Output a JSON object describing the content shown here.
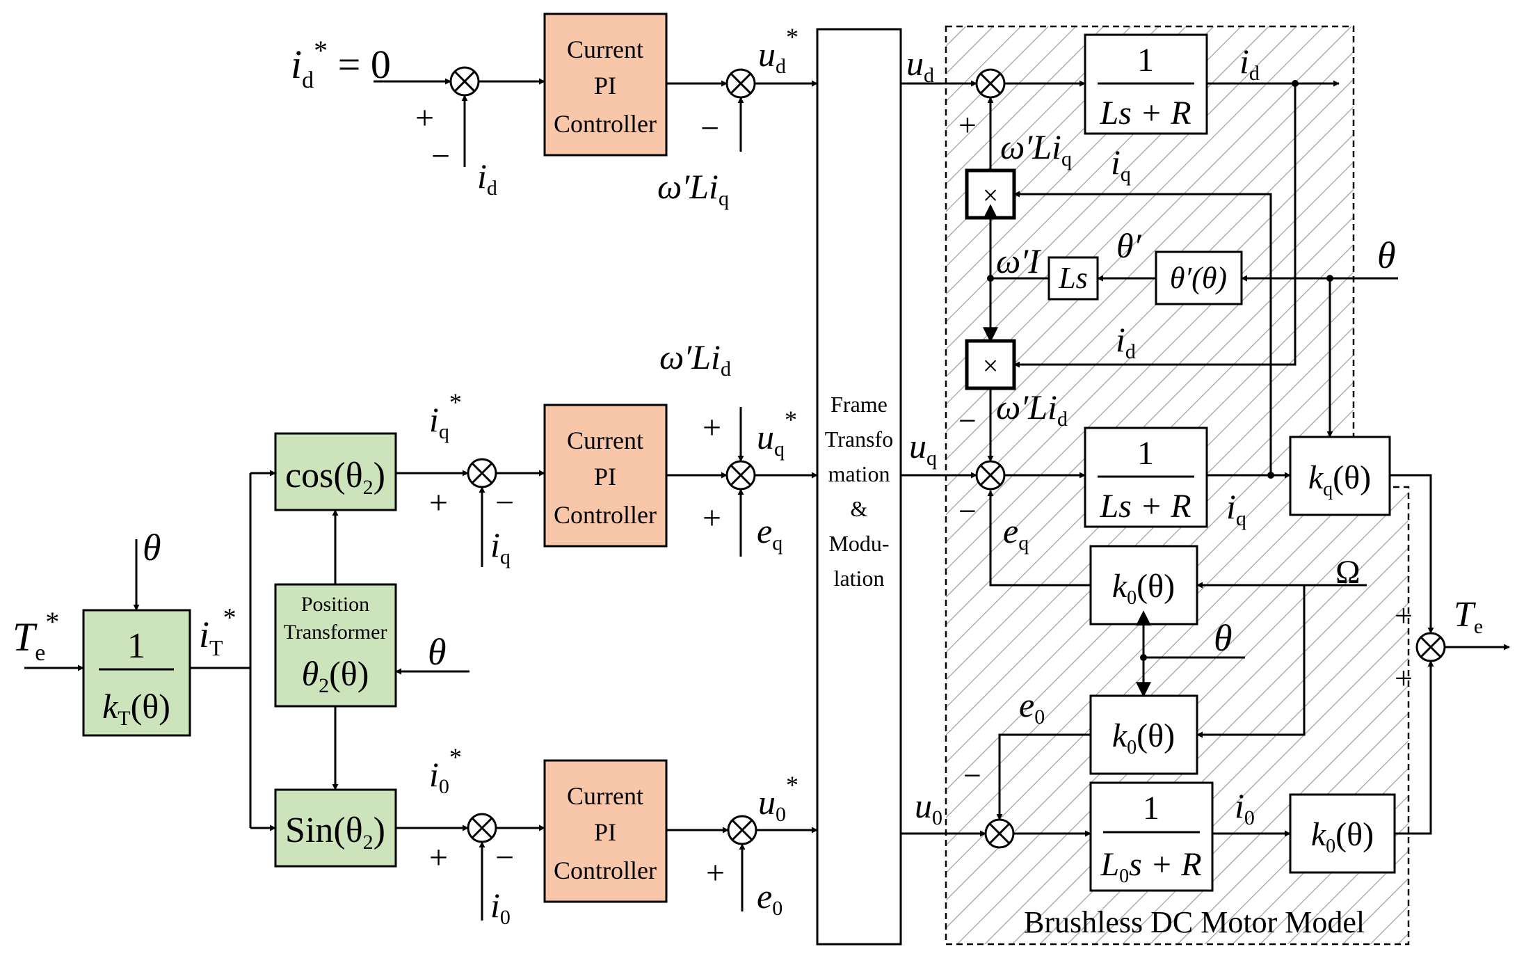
{
  "colors": {
    "pi_block": "#f8c6a8",
    "green_block": "#cde3bb",
    "line": "#000000",
    "hatch": "#a0a0a0"
  },
  "left": {
    "id_ref": "i",
    "id_ref_sub": "d",
    "id_ref_sup": "*",
    "id_ref_eq": " = 0",
    "te_ref": "T",
    "te_ref_sub": "e",
    "te_ref_sup": "*",
    "theta": "θ",
    "kt_num": "1",
    "kt_den_k": "k",
    "kt_den_sub": "T",
    "kt_den_arg": "(θ)",
    "it_ref": "i",
    "it_ref_sub": "T",
    "it_ref_sup": "*",
    "cos_block": "cos(θ",
    "cos_sub": "2",
    "cos_close": ")",
    "sin_block": "Sin(θ",
    "sin_sub": "2",
    "sin_close": ")",
    "pos_line1": "Position",
    "pos_line2": "Transformer",
    "pos_expr": "θ",
    "pos_expr_sub": "2",
    "pos_expr_arg": "(θ)",
    "theta2": "θ"
  },
  "controllers": {
    "line1": "Current",
    "line2": "PI",
    "line3": "Controller"
  },
  "signals": {
    "plus": "+",
    "minus": "−",
    "i": "i",
    "u": "u",
    "e": "e",
    "sub_d": "d",
    "sub_q": "q",
    "sub_0": "0",
    "star": "*",
    "omega_L_i": "ω′Li",
    "omega_L_I": "ω′I",
    "theta": "θ",
    "theta_prime": "θ′",
    "Omega": "Ω",
    "T": "T",
    "sub_e": "e"
  },
  "frame": {
    "lines": [
      "Frame",
      "Transfo",
      "mation",
      "&",
      "Modu-",
      "lation"
    ]
  },
  "motor": {
    "tf_num": "1",
    "tf_den": "Ls + R",
    "tf0_den_L": "L",
    "tf0_den_sub": "0",
    "tf0_den_rest": "s + R",
    "mult": "×",
    "ls_block": "Ls",
    "theta_prime_block": "θ′(θ)",
    "kq_k": "k",
    "kq_sub": "q",
    "k0_k": "k",
    "k0_sub": "0",
    "k_arg": "(θ)",
    "caption": "Brushless DC Motor Model"
  }
}
